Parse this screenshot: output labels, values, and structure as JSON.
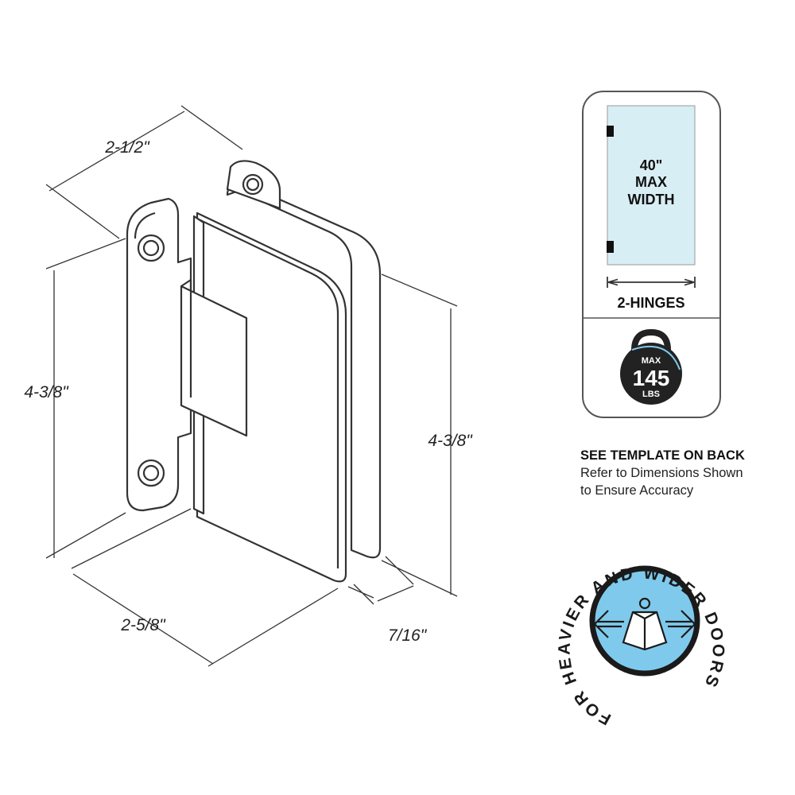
{
  "dimensions": {
    "top_width": "2-1/2\"",
    "left_height": "4-3/8\"",
    "right_height": "4-3/8\"",
    "bottom_width": "2-5/8\"",
    "glass_thickness": "7/16\""
  },
  "door_panel": {
    "width_line1": "40\"",
    "width_line2": "MAX",
    "width_line3": "WIDTH",
    "hinges": "2-HINGES",
    "weight_max": "MAX",
    "weight_value": "145",
    "weight_unit": "LBS",
    "glass_color": "#d8eef5"
  },
  "note": {
    "heading": "SEE TEMPLATE ON BACK",
    "line1": "Refer to Dimensions Shown",
    "line2": "to Ensure Accuracy"
  },
  "badge": {
    "text": "FOR HEAVIER AND WIDER DOORS",
    "fill_color": "#7fcaec"
  }
}
